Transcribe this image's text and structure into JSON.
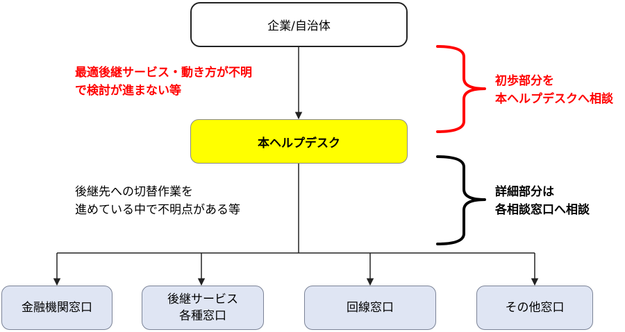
{
  "diagram": {
    "top_node": "企業/自治体",
    "top_note": [
      "最適後継サービス・動き方が不明",
      "で検討が進まない等"
    ],
    "top_brace_label": [
      "初歩部分を",
      "本ヘルプデスクへ相談"
    ],
    "helpdesk_node": "本ヘルプデスク",
    "middle_note": [
      "後継先への切替作業を",
      "進めている中で不明点がある等"
    ],
    "bottom_brace_label": [
      "詳細部分は",
      "各相談窓口へ相談"
    ],
    "bottom_nodes": [
      {
        "lines": [
          "金融機関窓口"
        ]
      },
      {
        "lines": [
          "後継サービス",
          "各種窓口"
        ]
      },
      {
        "lines": [
          "回線窓口"
        ]
      },
      {
        "lines": [
          "その他窓口"
        ]
      }
    ]
  },
  "colors": {
    "accent_red": "#ff0000",
    "helpdesk_fill": "#ffff00",
    "bottom_fill": "#dfe5f3"
  }
}
